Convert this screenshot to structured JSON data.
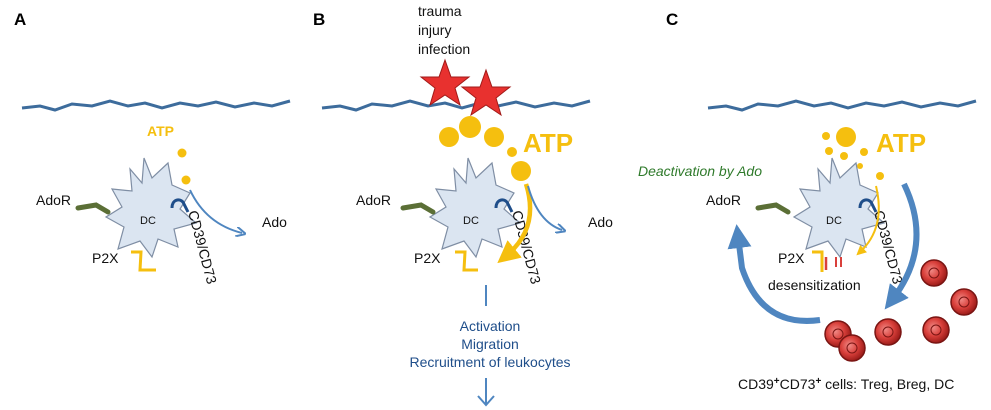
{
  "colors": {
    "membrane": "#3d6c9c",
    "atp": "#f5bf0f",
    "cell_fill": "#dbe5f1",
    "cell_stroke": "#7f8ea4",
    "arrow_blue": "#4f86c0",
    "text_blue": "#1f4e8a",
    "green": "#2f7a2b",
    "star": "#e8312f",
    "receptor_green": "#5b6f36",
    "red_cell": "#d9403b"
  },
  "panels": {
    "a": {
      "letter": "A",
      "atp": "ATP",
      "adoR": "AdoR",
      "dc": "DC",
      "p2x": "P2X",
      "cd": "CD39/CD73",
      "ado": "Ado"
    },
    "b": {
      "letter": "B",
      "stimuli": [
        "trauma",
        "injury",
        "infection"
      ],
      "atp": "ATP",
      "adoR": "AdoR",
      "dc": "DC",
      "p2x": "P2X",
      "cd": "CD39/CD73",
      "ado": "Ado",
      "outcome": [
        "Activation",
        "Migration",
        "Recruitment of leukocytes"
      ]
    },
    "c": {
      "letter": "C",
      "atp": "ATP",
      "deactivation": "Deactivation by Ado",
      "adoR": "AdoR",
      "dc": "DC",
      "p2x": "P2X",
      "cd": "CD39/CD73",
      "desensitization": "desensitization",
      "cells_prefix_1": "CD39",
      "cells_sup_1": "+",
      "cells_prefix_2": "CD73",
      "cells_sup_2": "+",
      "cells_suffix": " cells: Treg, Breg, DC"
    }
  }
}
